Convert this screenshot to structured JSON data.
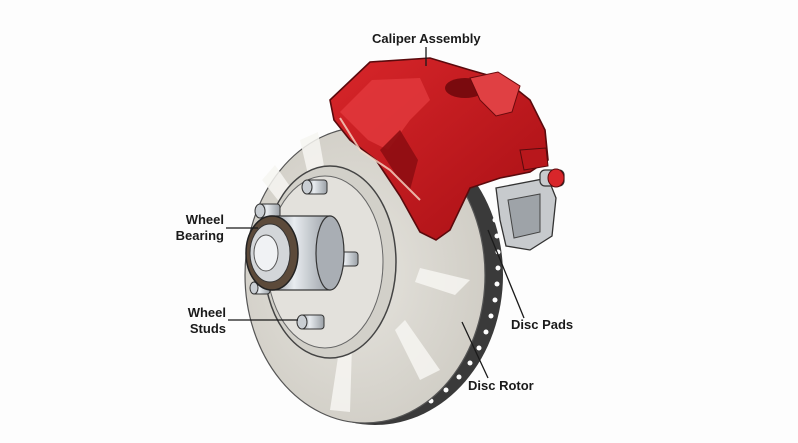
{
  "labels": {
    "caliper_assembly": "Caliper Assembly",
    "wheel_bearing_line1": "Wheel",
    "wheel_bearing_line2": "Bearing",
    "wheel_studs_line1": "Wheel",
    "wheel_studs_line2": "Studs",
    "disc_pads": "Disc Pads",
    "disc_rotor": "Disc Rotor"
  },
  "colors": {
    "background": "#fdfdfd",
    "caliper_red": "#c4161c",
    "caliper_dark": "#8e0d12",
    "rotor_light": "#dcdad4",
    "rotor_dark": "#3a3a3a",
    "hub_silver": "#b9bec4",
    "line": "#1a1a1a"
  }
}
